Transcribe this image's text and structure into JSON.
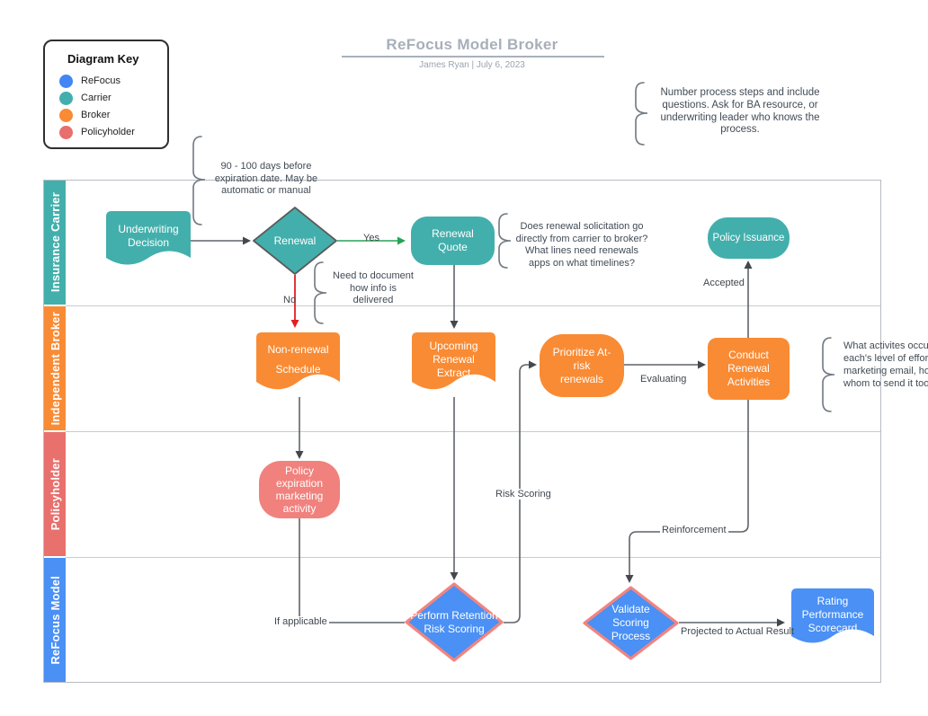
{
  "header": {
    "title": "ReFocus Model Broker",
    "subtitle": "James Ryan  |  July 6, 2023"
  },
  "key": {
    "title": "Diagram Key",
    "items": [
      {
        "label": "ReFocus",
        "color": "#4285F4"
      },
      {
        "label": "Carrier",
        "color": "#43AFAC"
      },
      {
        "label": "Broker",
        "color": "#F98B34"
      },
      {
        "label": "Policyholder",
        "color": "#E76F6C"
      }
    ]
  },
  "lanes": [
    {
      "label": "Insurance Carrier",
      "color": "#43AFAC"
    },
    {
      "label": "Independent Broker",
      "color": "#F98B34"
    },
    {
      "label": "Policyholder",
      "color": "#E8706D"
    },
    {
      "label": "ReFocus Model",
      "color": "#4A90F5"
    }
  ],
  "nodes": {
    "underwriting": {
      "label": "Underwriting Decision",
      "shape": "document",
      "lane": "Insurance Carrier"
    },
    "renewal": {
      "label": "Renewal",
      "shape": "decision",
      "lane": "Insurance Carrier"
    },
    "renewal_quote": {
      "label": "Renewal Quote",
      "shape": "rounded",
      "lane": "Insurance Carrier"
    },
    "policy_issuance": {
      "label": "Policy Issuance",
      "shape": "rounded",
      "lane": "Insurance Carrier"
    },
    "non_renewal": {
      "label": "Non-renewal Schedule",
      "shape": "document",
      "lane": "Independent Broker"
    },
    "upcoming_extract": {
      "label": "Upcoming Renewal Extract",
      "shape": "document",
      "lane": "Independent Broker"
    },
    "prioritize": {
      "label": "Prioritize At-risk renewals",
      "shape": "rounded",
      "lane": "Independent Broker"
    },
    "conduct": {
      "label": "Conduct Renewal Activities",
      "shape": "rounded",
      "lane": "Independent Broker"
    },
    "policy_expiration": {
      "label": "Policy expiration marketing activity",
      "shape": "rounded",
      "lane": "Policyholder"
    },
    "perform_scoring": {
      "label": "Perform Retention Risk Scoring",
      "shape": "decision",
      "lane": "ReFocus Model"
    },
    "validate_scoring": {
      "label": "Validate Scoring Process",
      "shape": "decision",
      "lane": "ReFocus Model"
    },
    "rating_scorecard": {
      "label": "Rating Performance Scorecard",
      "shape": "document",
      "lane": "ReFocus Model"
    }
  },
  "edge_labels": {
    "yes": "Yes",
    "no": "No",
    "accepted": "Accepted",
    "evaluating": "Evaluating",
    "risk_scoring": "Risk Scoring",
    "reinforcement": "Reinforcement",
    "if_applicable": "If applicable",
    "projected": "Projected to Actual Result"
  },
  "notes": {
    "days": "90 - 100 days before expiration date. May be automatic or manual",
    "number_process": "Number process steps and include questions. Ask for BA resource, or underwriting leader who knows the process.",
    "solicitation": "Does renewal solicitation go directly from carrier to broker? What lines need renewals apps on what timelines?",
    "document_info": "Need to document how info is delivered",
    "activities_lines": [
      "What activites occur",
      "each's level of effort",
      "marketing email, how",
      "whom to send it too"
    ]
  },
  "colors": {
    "carrier_teal": "#43AFAC",
    "broker_orange": "#F98B34",
    "policyholder_salmon": "#E8706D",
    "refocus_blue": "#4A90F5",
    "diamond_border": "#F2847F",
    "connector_gray": "#5F6368",
    "yes_green": "#23A455",
    "no_red": "#E02020",
    "title_gray": "#A7AFBA",
    "note_text": "#414B55"
  }
}
